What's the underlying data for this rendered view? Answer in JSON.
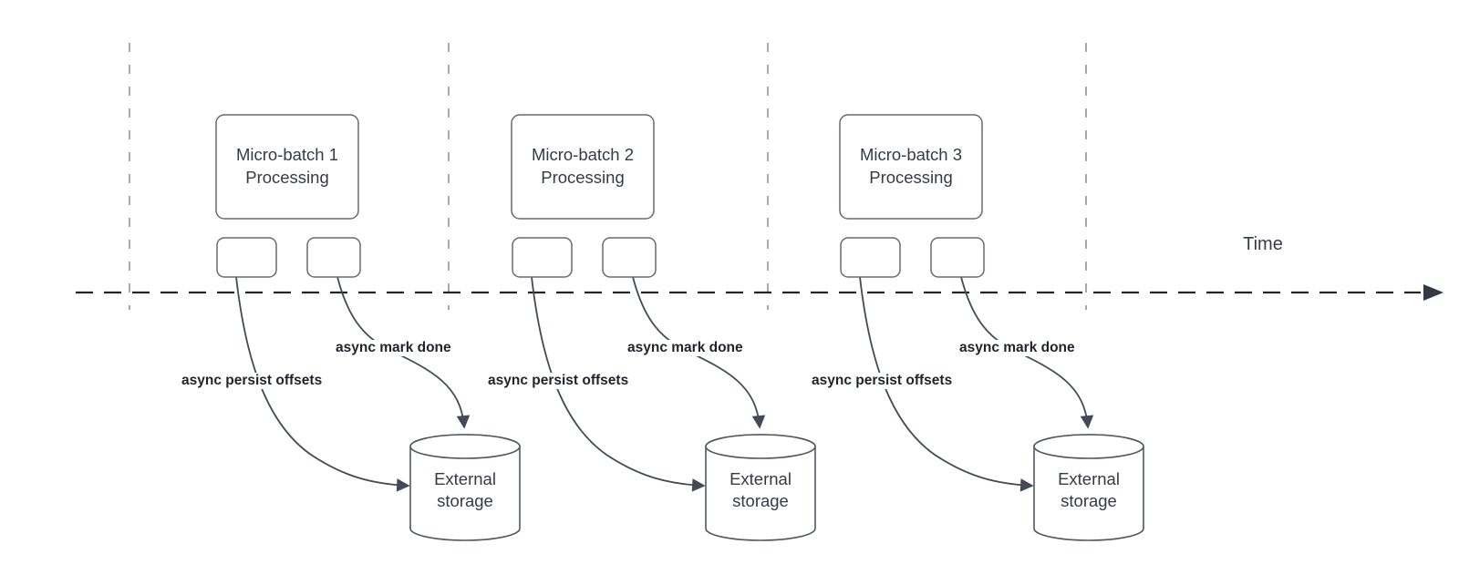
{
  "diagram": {
    "time_label": "Time",
    "batches": [
      {
        "title": "Micro-batch 1\nProcessing",
        "persist_label": "async persist offsets",
        "mark_done_label": "async mark done",
        "storage_label": "External\nstorage"
      },
      {
        "title": "Micro-batch 2\nProcessing",
        "persist_label": "async persist offsets",
        "mark_done_label": "async mark done",
        "storage_label": "External\nstorage"
      },
      {
        "title": "Micro-batch 3\nProcessing",
        "persist_label": "async persist offsets",
        "mark_done_label": "async mark done",
        "storage_label": "External\nstorage"
      }
    ],
    "colors": {
      "shape_stroke": "#666b73",
      "arrow_stroke": "#434a56",
      "separator_line": "#a8a8ac",
      "timeline_line": "#242424",
      "text": "#343b46",
      "background": "#ffffff"
    }
  }
}
